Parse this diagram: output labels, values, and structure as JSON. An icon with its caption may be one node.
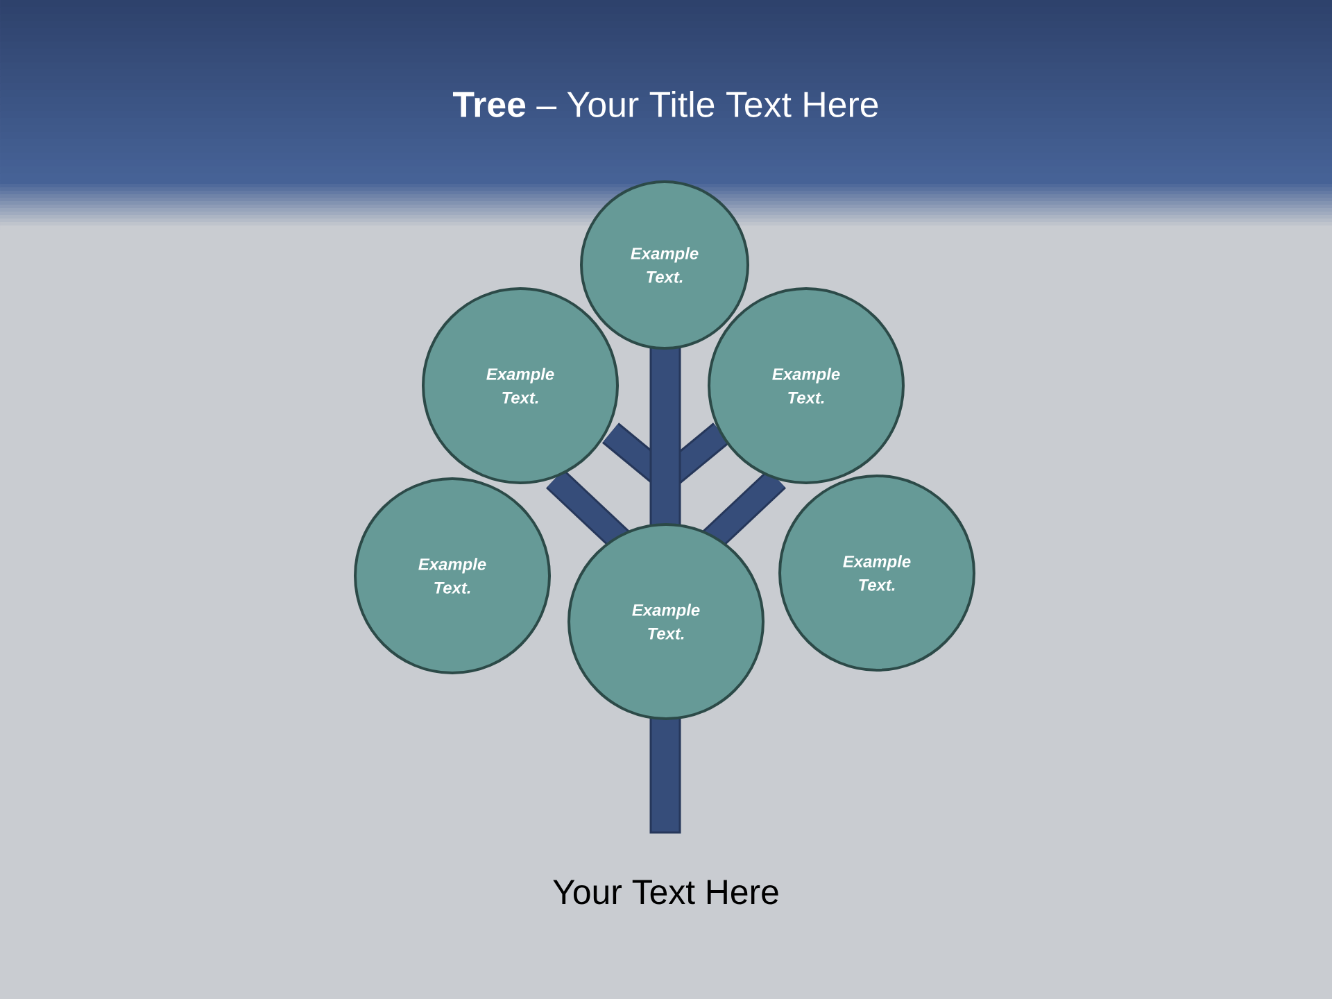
{
  "diagram": {
    "title": "**Tree** – Your Title Text Here",
    "nodes": [
      {
        "text": [
          "Example Text."
        ]
      },
      {
        "text": [
          "Example Text."
        ]
      },
      {
        "text": [
          "Example Text."
        ]
      },
      {
        "text": [
          "Example Text."
        ]
      },
      {
        "text": [
          "Example Text."
        ]
      },
      {
        "text": [
          "Example Text."
        ]
      }
    ],
    "labels": [
      "Your Text Here"
    ]
  }
}
